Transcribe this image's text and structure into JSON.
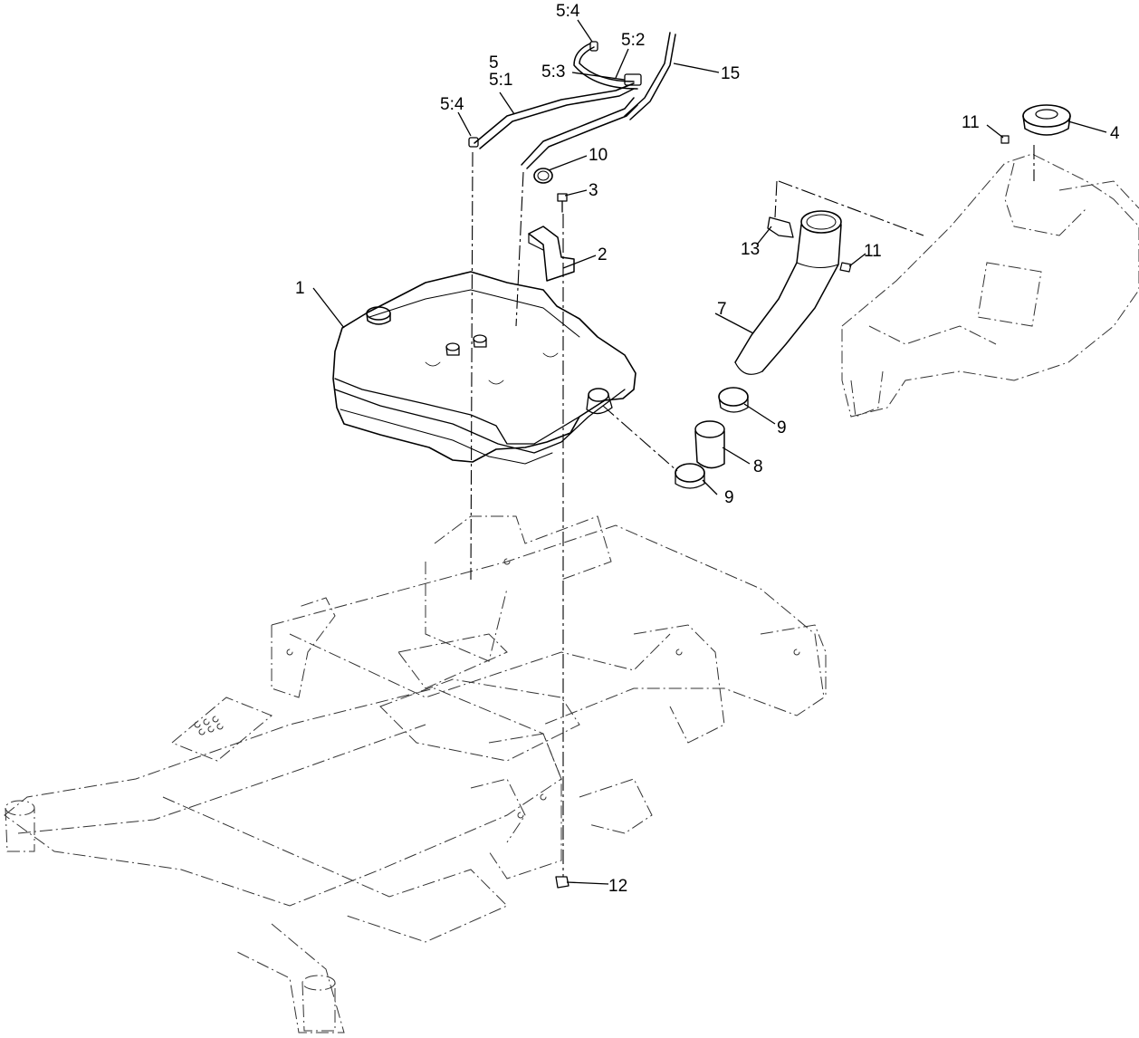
{
  "callouts": {
    "c1": "1",
    "c2": "2",
    "c3": "3",
    "c4": "4",
    "c5": "5",
    "c5_1": "5:1",
    "c5_2": "5:2",
    "c5_3": "5:3",
    "c5_4_top": "5:4",
    "c5_4_left": "5:4",
    "c7": "7",
    "c8": "8",
    "c9_upper": "9",
    "c9_lower": "9",
    "c10": "10",
    "c11_top": "11",
    "c11_mid": "11",
    "c12": "12",
    "c13": "13",
    "c15": "15"
  },
  "colors": {
    "line": "#000000",
    "ghost": "#333333",
    "background": "#ffffff"
  }
}
